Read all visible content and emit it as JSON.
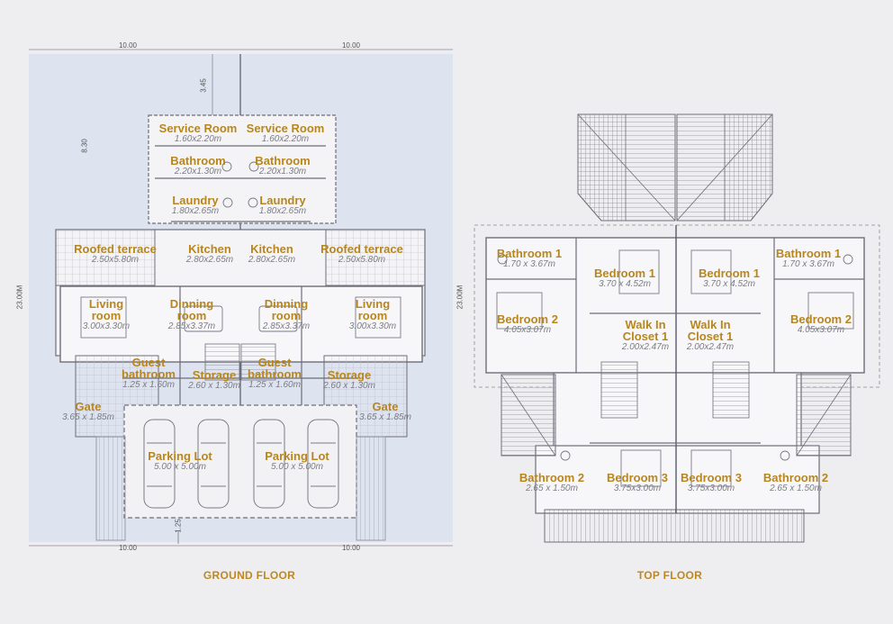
{
  "ground_floor": {
    "title": "GROUND FLOOR",
    "dims": {
      "top_left": "10.00",
      "top_right": "10.00",
      "bottom_left": "10.00",
      "bottom_right": "10.00",
      "side": "23.00M",
      "setback": "8.30",
      "front": "3.45",
      "rear": "1.25"
    },
    "rooms": [
      {
        "name": "Service Room",
        "size": "1.60x2.20m"
      },
      {
        "name": "Service Room",
        "size": "1.60x2.20m"
      },
      {
        "name": "Bathroom",
        "size": "2.20x1.30m"
      },
      {
        "name": "Bathroom",
        "size": "2.20x1.30m"
      },
      {
        "name": "Laundry",
        "size": "1.80x2.65m"
      },
      {
        "name": "Laundry",
        "size": "1.80x2.65m"
      },
      {
        "name": "Roofed terrace",
        "size": "2.50x5.80m"
      },
      {
        "name": "Kitchen",
        "size": "2.80x2.65m"
      },
      {
        "name": "Kitchen",
        "size": "2.80x2.65m"
      },
      {
        "name": "Roofed terrace",
        "size": "2.50x5.80m"
      },
      {
        "name": "Living room",
        "size": "3.00x3.30m"
      },
      {
        "name": "Dinning room",
        "size": "2.85x3.37m"
      },
      {
        "name": "Dinning room",
        "size": "2.85x3.37m"
      },
      {
        "name": "Living room",
        "size": "3.00x3.30m"
      },
      {
        "name": "Guest bathroom",
        "size": "1.25 x 1.60m"
      },
      {
        "name": "Storage",
        "size": "2.60 x 1.30m"
      },
      {
        "name": "Guest bathroom",
        "size": "1.25 x 1.60m"
      },
      {
        "name": "Storage",
        "size": "2.60 x 1.30m"
      },
      {
        "name": "Gate",
        "size": "3.65 x 1.85m"
      },
      {
        "name": "Gate",
        "size": "3.65 x 1.85m"
      },
      {
        "name": "Parking Lot",
        "size": "5.00 x 5.00m"
      },
      {
        "name": "Parking Lot",
        "size": "5.00 x 5.00m"
      }
    ]
  },
  "top_floor": {
    "title": "TOP FLOOR",
    "dims": {
      "side": "23.00M"
    },
    "rooms": [
      {
        "name": "Bathroom 1",
        "size": "1.70 x 3.67m"
      },
      {
        "name": "Bedroom 1",
        "size": "3.70 x 4.52m"
      },
      {
        "name": "Bedroom 1",
        "size": "3.70 x 4.52m"
      },
      {
        "name": "Bathroom 1",
        "size": "1.70 x 3.67m"
      },
      {
        "name": "Bedroom 2",
        "size": "4.05x3.07m"
      },
      {
        "name": "Walk In Closet 1",
        "size": "2.00x2.47m"
      },
      {
        "name": "Walk In Closet 1",
        "size": "2.00x2.47m"
      },
      {
        "name": "Bedroom 2",
        "size": "4.05x3.07m"
      },
      {
        "name": "Bathroom 2",
        "size": "2.65 x 1.50m"
      },
      {
        "name": "Bedroom 3",
        "size": "3.75x3.00m"
      },
      {
        "name": "Bedroom 3",
        "size": "3.75x3.00m"
      },
      {
        "name": "Bathroom 2",
        "size": "2.65 x 1.50m"
      }
    ]
  },
  "colors": {
    "room_label": "#b8861e",
    "title": "#c0871e",
    "site": "#dde3ef",
    "line": "#6e6e78",
    "background": "#eeeef0"
  }
}
